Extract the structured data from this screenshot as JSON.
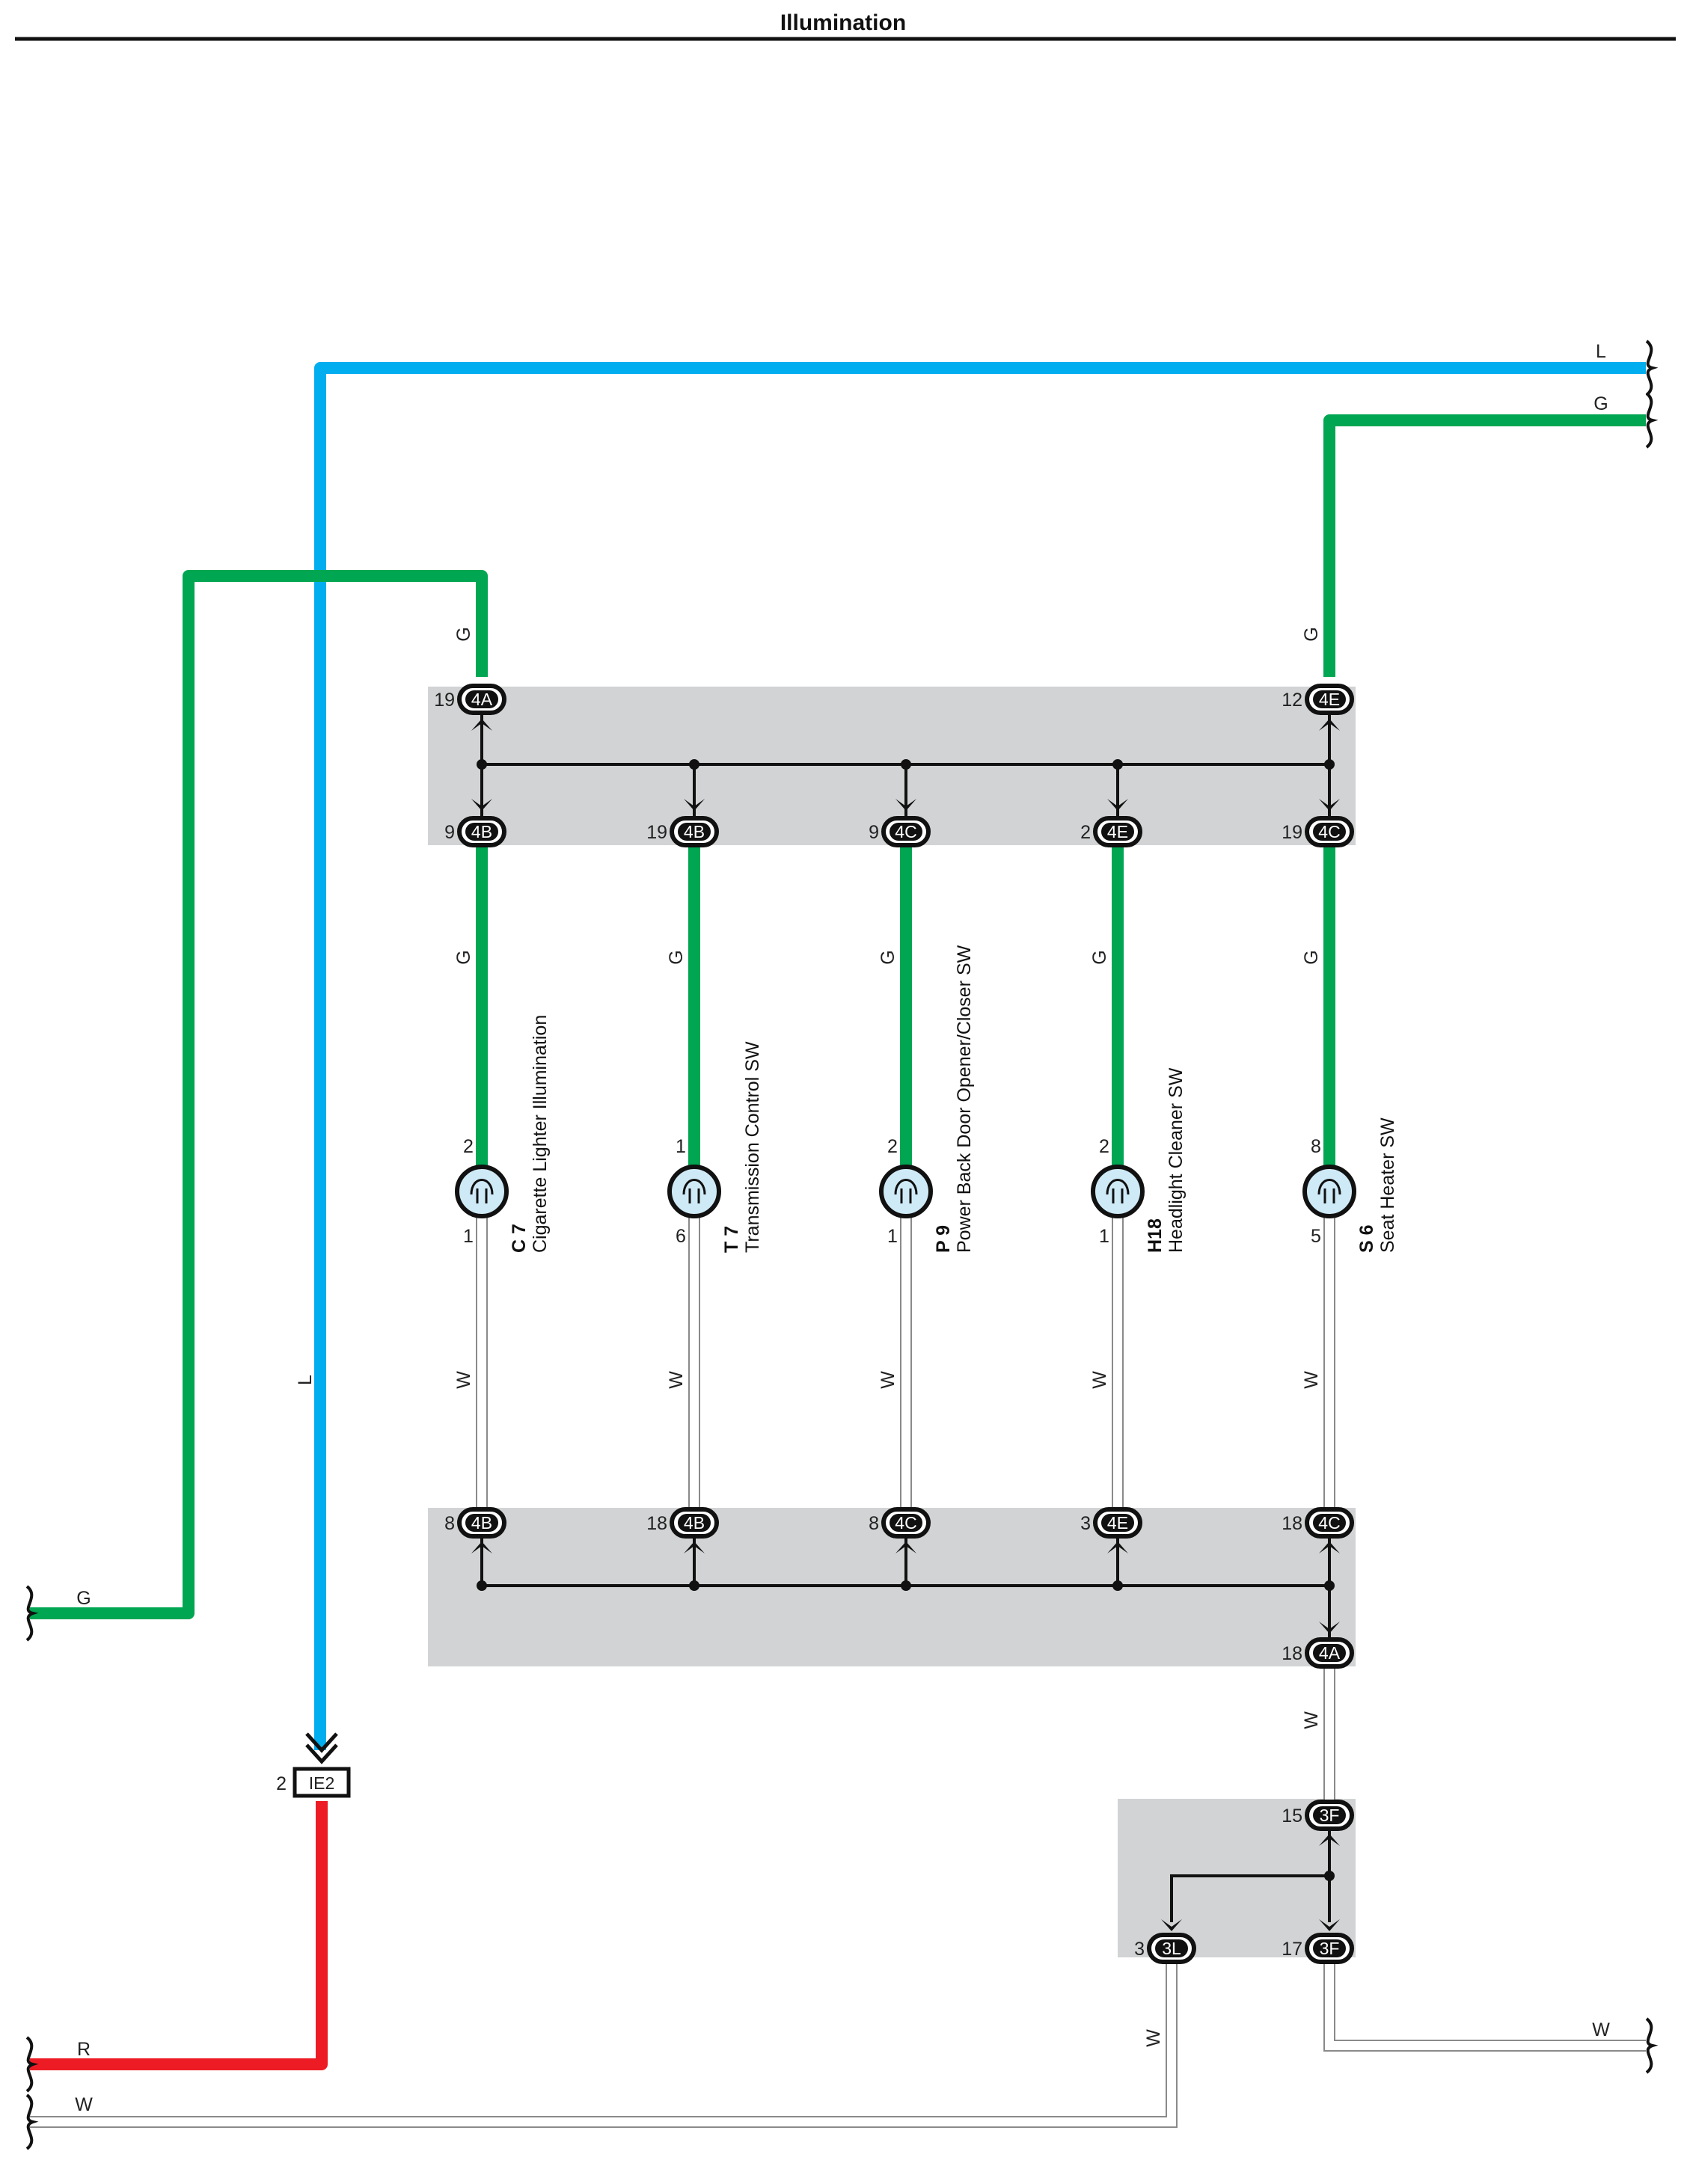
{
  "title": "Illumination",
  "colors": {
    "L": "#00aeef",
    "G": "#00a651",
    "R": "#ed1c24",
    "W_outline": "#8a8a8a",
    "junction_block": "#d1d3d4",
    "lamp_fill": "#cfeaf7"
  },
  "wire_labels": {
    "top_L": "L",
    "top_G": "G",
    "left_G": "G",
    "left_R": "R",
    "left_W": "W",
    "right_W": "W",
    "vertical_L": "L",
    "feed_G_left": "G",
    "feed_G_right": "G",
    "w_4A_to_3F": "W",
    "w_3L_down": "W"
  },
  "top_junction": {
    "inputs": [
      {
        "pin": "19",
        "connector": "4A"
      },
      {
        "pin": "12",
        "connector": "4E"
      }
    ],
    "outputs": [
      {
        "pin": "9",
        "connector": "4B"
      },
      {
        "pin": "19",
        "connector": "4B"
      },
      {
        "pin": "9",
        "connector": "4C"
      },
      {
        "pin": "2",
        "connector": "4E"
      },
      {
        "pin": "19",
        "connector": "4C"
      }
    ]
  },
  "components": [
    {
      "code": "C 7",
      "name": "Cigarette Lighter Illumination",
      "in_wire": "G",
      "out_wire": "W",
      "pin_top": "2",
      "pin_bottom": "1"
    },
    {
      "code": "T 7",
      "name": "Transmission Control SW",
      "in_wire": "G",
      "out_wire": "W",
      "pin_top": "1",
      "pin_bottom": "6"
    },
    {
      "code": "P 9",
      "name": "Power Back Door Opener/Closer SW",
      "in_wire": "G",
      "out_wire": "W",
      "pin_top": "2",
      "pin_bottom": "1"
    },
    {
      "code": "H18",
      "name": "Headlight Cleaner SW",
      "in_wire": "G",
      "out_wire": "W",
      "pin_top": "2",
      "pin_bottom": "1"
    },
    {
      "code": "S 6",
      "name": "Seat Heater SW",
      "in_wire": "G",
      "out_wire": "W",
      "pin_top": "8",
      "pin_bottom": "5"
    }
  ],
  "bottom_junction": {
    "inputs": [
      {
        "pin": "8",
        "connector": "4B"
      },
      {
        "pin": "18",
        "connector": "4B"
      },
      {
        "pin": "8",
        "connector": "4C"
      },
      {
        "pin": "3",
        "connector": "4E"
      },
      {
        "pin": "18",
        "connector": "4C"
      }
    ],
    "output": {
      "pin": "18",
      "connector": "4A"
    }
  },
  "small_junction": {
    "input": {
      "pin": "15",
      "connector": "3F"
    },
    "outputs": [
      {
        "pin": "3",
        "connector": "3L"
      },
      {
        "pin": "17",
        "connector": "3F"
      }
    ]
  },
  "ie_connector": {
    "pin": "2",
    "connector": "IE2"
  }
}
